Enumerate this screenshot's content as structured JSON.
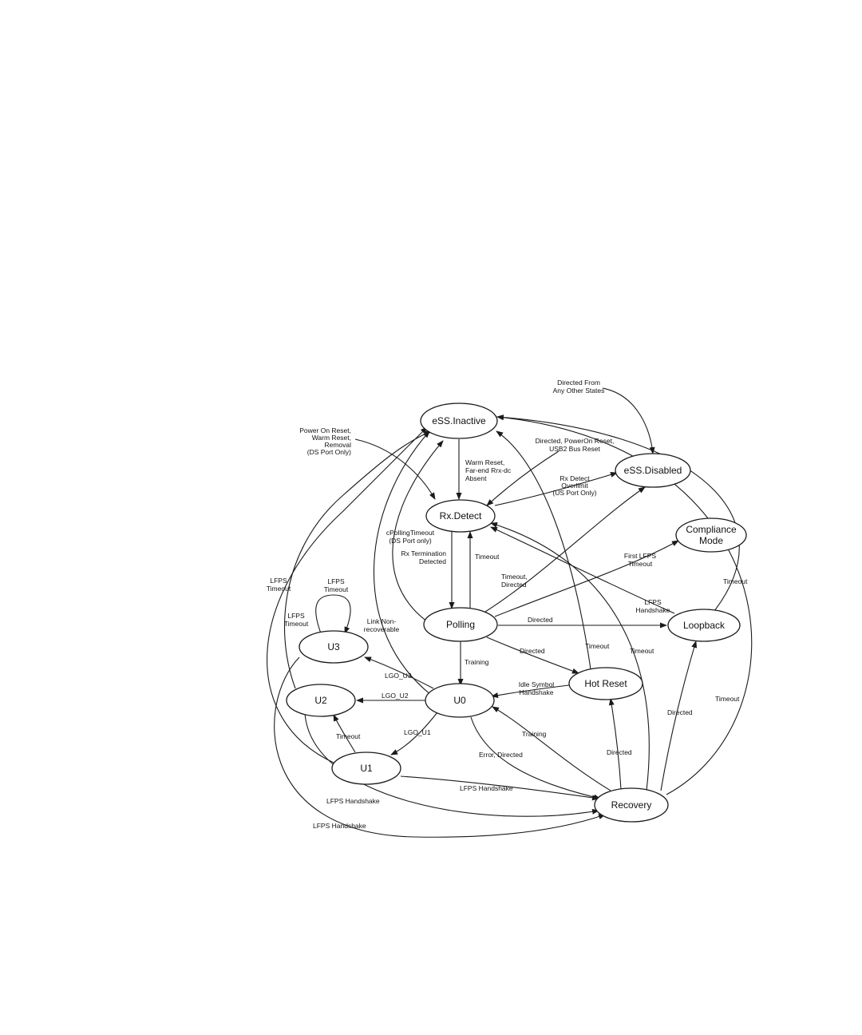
{
  "diagram": {
    "states": {
      "ess_inactive": "eSS.Inactive",
      "ess_disabled": "eSS.Disabled",
      "rx_detect": "Rx.Detect",
      "compliance_mode": [
        "Compliance",
        "Mode"
      ],
      "polling": "Polling",
      "loopback": "Loopback",
      "u3": "U3",
      "u2": "U2",
      "u0": "U0",
      "u1": "U1",
      "hot_reset": "Hot Reset",
      "recovery": "Recovery"
    },
    "labels": {
      "directed_from_any": [
        "Directed From",
        "Any Other States"
      ],
      "power_on_reset": [
        "Power On Reset,",
        "Warm Reset,",
        "Removal",
        "(DS Port Only)"
      ],
      "directed_poweron_reset": [
        "Directed, PowerOn Reset,",
        "USB2 Bus Reset"
      ],
      "warm_reset_farend": [
        "Warm Reset,",
        "Far-end Rrx-dc",
        "Absent"
      ],
      "rx_detect_overlimit": [
        "Rx Detect",
        "Overlimit",
        "(US Port Only)"
      ],
      "cpolling_timeout": [
        "cPollingTimeout",
        "(DS Port only)"
      ],
      "rx_termination": [
        "Rx Termination",
        "Detected"
      ],
      "timeout_rx": "Timeout",
      "timeout_directed": [
        "Timeout,",
        "Directed"
      ],
      "first_lfps": [
        "First LFPS",
        "Timeout"
      ],
      "lfps_timeout_left": [
        "LFPS",
        "Timeout"
      ],
      "lfps_timeout_u3": [
        "LFPS",
        "Timeout"
      ],
      "lfps_timeout_u2": [
        "LFPS",
        "Timeout"
      ],
      "link_nonrecoverable": [
        "Link Non-",
        "recoverable"
      ],
      "lfps_handshake_loop": [
        "LFPS",
        "Handshake"
      ],
      "timeout_loopback": "Timeout",
      "directed_loopback": "Directed",
      "timeout_hotreset": "Timeout",
      "timeout_recovery_rx": "Timeout",
      "directed_hotreset": "Directed",
      "training_polling": "Training",
      "lgo_u3": "LGO_U3",
      "lgo_u2": "LGO_U2",
      "lgo_u1": "LGO_U1",
      "idle_symbol": [
        "Idle Symbol",
        "Handshake"
      ],
      "timeout_u1_u2": "Timeout",
      "error_directed": "Error, Directed",
      "training_recovery": "Training",
      "directed_recovery_hot": "Directed",
      "directed_recovery_loop": "Directed",
      "timeout_recovery_right": "Timeout",
      "lfps_handshake_u1": "LFPS Handshake",
      "lfps_handshake_u2": "LFPS Handshake",
      "lfps_handshake_u3": "LFPS Handshake"
    }
  }
}
